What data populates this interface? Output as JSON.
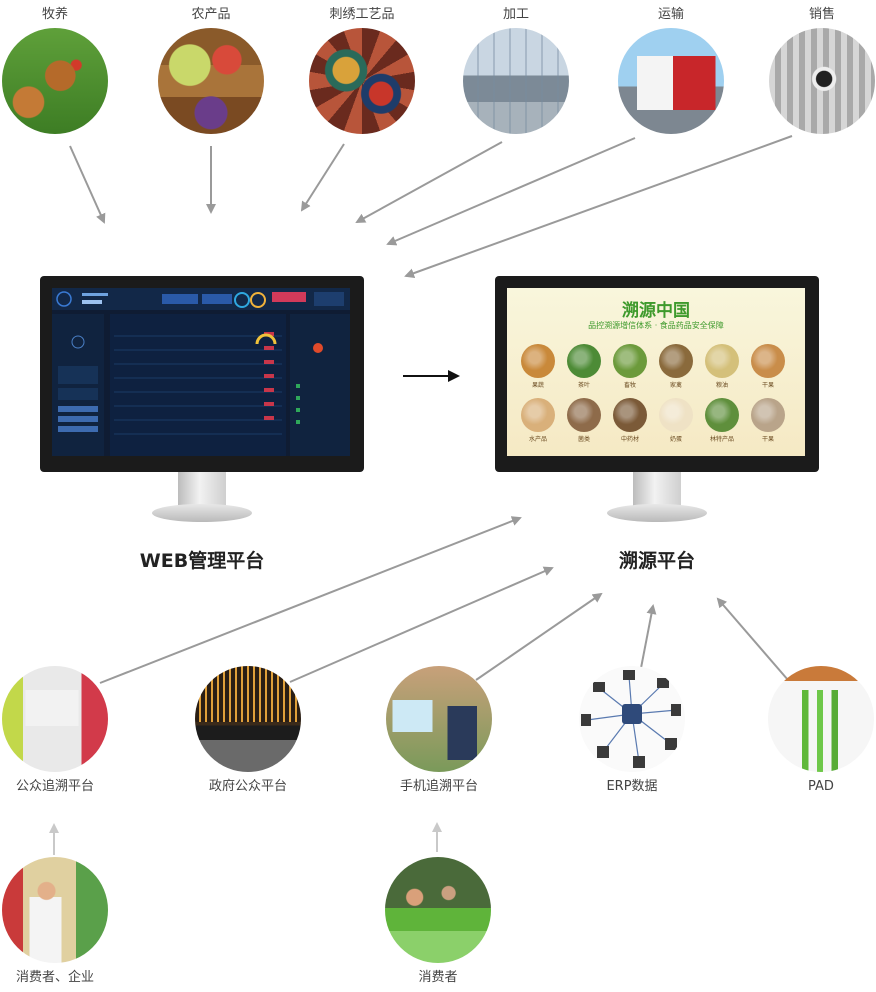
{
  "top_sources": [
    {
      "label": "牧养",
      "icon": "chicken-icon"
    },
    {
      "label": "农产品",
      "icon": "fruit-basket-icon"
    },
    {
      "label": "刺绣工艺品",
      "icon": "embroidery-icon"
    },
    {
      "label": "加工",
      "icon": "factory-icon"
    },
    {
      "label": "运输",
      "icon": "truck-icon"
    },
    {
      "label": "销售",
      "icon": "qr-label-icon"
    }
  ],
  "platforms": {
    "web": {
      "title": "WEB管理平台"
    },
    "trace": {
      "title": "溯源平台",
      "screen_title": "溯源中国",
      "screen_subtitle": "品控溯源增信体系 · 食品药品安全保障",
      "categories": [
        {
          "name": "果蔬",
          "color": "#c9893a"
        },
        {
          "name": "茶叶",
          "color": "#4d8b36"
        },
        {
          "name": "畜牧",
          "color": "#6c9a3b"
        },
        {
          "name": "家禽",
          "color": "#8a6a3c"
        },
        {
          "name": "粮油",
          "color": "#d4c07a"
        },
        {
          "name": "干果",
          "color": "#c98d4a"
        },
        {
          "name": "水产品",
          "color": "#d9b07a"
        },
        {
          "name": "菌类",
          "color": "#8e6b4a"
        },
        {
          "name": "中药材",
          "color": "#7b5a38"
        },
        {
          "name": "奶蛋",
          "color": "#efe2c5"
        },
        {
          "name": "林特产品",
          "color": "#5f8f3c"
        },
        {
          "name": "干果",
          "color": "#b9a48a"
        }
      ]
    }
  },
  "bottom_sources": [
    {
      "label": "公众追溯平台",
      "icon": "kiosk-icon"
    },
    {
      "label": "政府公众平台",
      "icon": "control-room-icon"
    },
    {
      "label": "手机追溯平台",
      "icon": "phone-scan-icon"
    },
    {
      "label": "ERP数据",
      "icon": "erp-network-icon"
    },
    {
      "label": "PAD",
      "icon": "asparagus-icon"
    }
  ],
  "consumers": [
    {
      "label": "消费者、企业",
      "icon": "shopper-icon"
    },
    {
      "label": "消费者",
      "icon": "market-icon"
    }
  ]
}
